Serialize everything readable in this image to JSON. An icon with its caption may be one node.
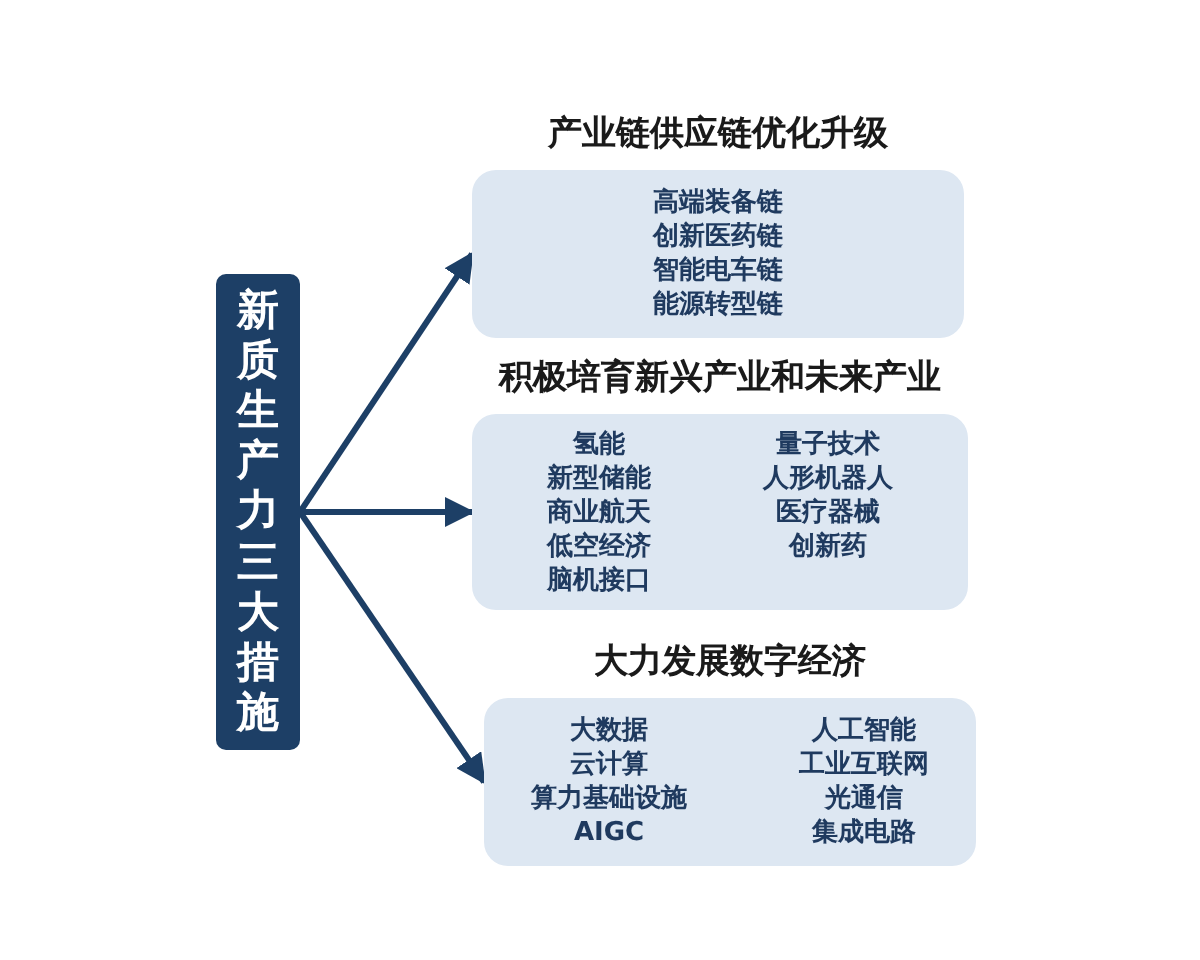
{
  "diagram": {
    "nodes": [
      {
        "text": [
          "新质生产力三大措施"
        ]
      },
      {
        "text": [
          "产业链供应链优化升级",
          "高端装备链",
          "创新医药链",
          "智能电车链",
          "能源转型链"
        ]
      },
      {
        "text": [
          "积极培育新兴产业和未来产业",
          "氢能",
          "新型储能",
          "商业航天",
          "低空经济",
          "脑机接口",
          "量子技术",
          "人形机器人",
          "医疗器械",
          "创新药"
        ]
      },
      {
        "text": [
          "大力发展数字经济",
          "大数据",
          "云计算",
          "算力基础设施",
          "AIGC",
          "人工智能",
          "工业互联网",
          "光通信",
          "集成电路"
        ]
      }
    ],
    "edges": [
      {
        "from": 0,
        "to": 1,
        "arrow": "to"
      },
      {
        "from": 0,
        "to": 2,
        "arrow": "to"
      },
      {
        "from": 0,
        "to": 3,
        "arrow": "to"
      }
    ]
  }
}
